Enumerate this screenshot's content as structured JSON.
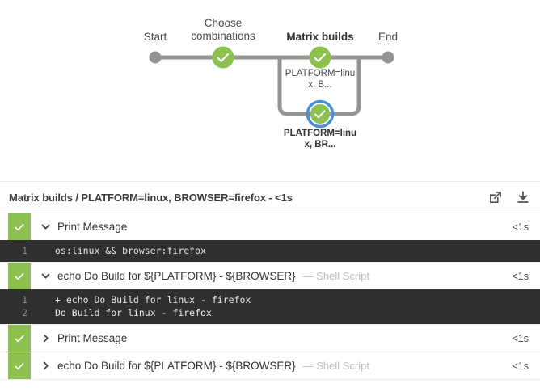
{
  "graph": {
    "stages": [
      {
        "label": "Start",
        "selected": false
      },
      {
        "label": "Choose\ncombinations",
        "label_line1": "Choose",
        "label_line2": "combinations",
        "selected": false
      },
      {
        "label": "Matrix builds",
        "selected": true
      },
      {
        "label": "End",
        "selected": false
      }
    ],
    "branch_nodes": [
      {
        "label_line1": "PLATFORM=linu",
        "label_line2": "x, B...",
        "status": "success",
        "selected": false
      },
      {
        "label_line1": "PLATFORM=linu",
        "label_line2": "x, BR...",
        "status": "success",
        "selected": true
      }
    ],
    "colors": {
      "success": "#8cc04f",
      "selection_ring": "#4a90d9",
      "edge": "#949494",
      "terminal_node": "#949494"
    }
  },
  "log": {
    "title": "Matrix builds / PLATFORM=linux, BROWSER=firefox - <1s",
    "actions": [
      {
        "name": "open-in-new-window",
        "tooltip": "Open in new window"
      },
      {
        "name": "download",
        "tooltip": "Download"
      }
    ],
    "steps": [
      {
        "status": "success",
        "expanded": true,
        "name": "Print Message",
        "type": "",
        "duration": "<1s",
        "console": [
          {
            "no": "1",
            "text": "os:linux && browser:firefox"
          }
        ]
      },
      {
        "status": "success",
        "expanded": true,
        "name": "echo Do Build for ${PLATFORM} - ${BROWSER}",
        "type": "— Shell Script",
        "duration": "<1s",
        "console": [
          {
            "no": "1",
            "text": "+ echo Do Build for linux - firefox"
          },
          {
            "no": "2",
            "text": "Do Build for linux - firefox"
          }
        ]
      },
      {
        "status": "success",
        "expanded": false,
        "name": "Print Message",
        "type": "",
        "duration": "<1s",
        "console": []
      },
      {
        "status": "success",
        "expanded": false,
        "name": "echo Do Build for ${PLATFORM} - ${BROWSER}",
        "type": "— Shell Script",
        "duration": "<1s",
        "console": []
      }
    ]
  }
}
